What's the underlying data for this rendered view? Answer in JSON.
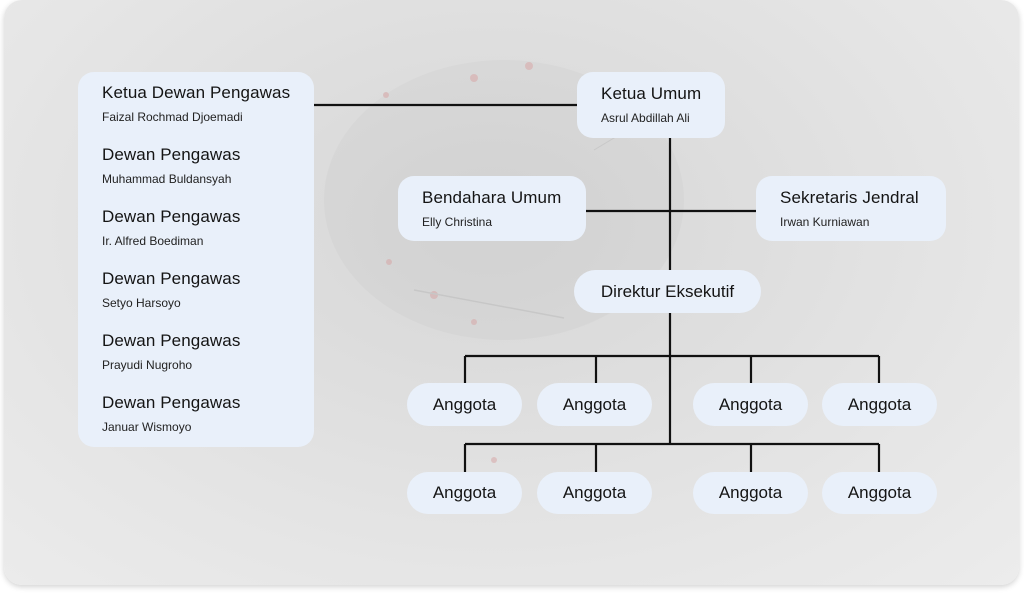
{
  "advisory_board": [
    {
      "title": "Ketua Dewan Pengawas",
      "name": "Faizal Rochmad Djoemadi"
    },
    {
      "title": "Dewan Pengawas",
      "name": "Muhammad Buldansyah"
    },
    {
      "title": "Dewan Pengawas",
      "name": "Ir. Alfred Boediman"
    },
    {
      "title": "Dewan Pengawas",
      "name": "Setyo Harsoyo"
    },
    {
      "title": "Dewan Pengawas",
      "name": "Prayudi Nugroho"
    },
    {
      "title": "Dewan Pengawas",
      "name": "Januar Wismoyo"
    }
  ],
  "chairman": {
    "title": "Ketua Umum",
    "name": "Asrul Abdillah Ali"
  },
  "treasurer": {
    "title": "Bendahara Umum",
    "name": "Elly Christina"
  },
  "secretary": {
    "title": "Sekretaris Jendral",
    "name": "Irwan Kurniawan"
  },
  "executive_director": {
    "title": "Direktur Eksekutif"
  },
  "members_row_1": [
    "Anggota",
    "Anggota",
    "Anggota",
    "Anggota"
  ],
  "members_row_2": [
    "Anggota",
    "Anggota",
    "Anggota",
    "Anggota"
  ]
}
